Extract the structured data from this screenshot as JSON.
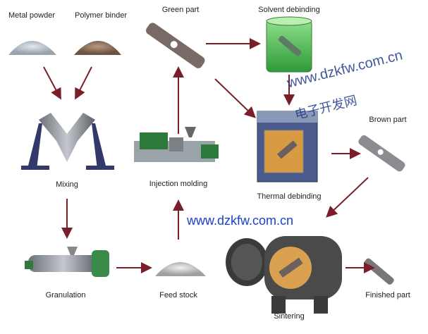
{
  "labels": {
    "metal_powder": "Metal powder",
    "polymer_binder": "Polymer binder",
    "green_part": "Green part",
    "solvent_debinding": "Solvent debinding",
    "mixing": "Mixing",
    "injection_molding": "Injection molding",
    "thermal_debinding": "Thermal debinding",
    "brown_part": "Brown part",
    "granulation": "Granulation",
    "feed_stock": "Feed stock",
    "sintering": "Sintering",
    "finished_part": "Finished part"
  },
  "watermarks": {
    "url_rotated": "www.dzkfw.com.cn",
    "cn_rotated": "电子开发网",
    "url_center": "www.dzkfw.com.cn"
  },
  "colors": {
    "arrow": "#7a1f2a",
    "watermark": "#1a3fd0"
  }
}
